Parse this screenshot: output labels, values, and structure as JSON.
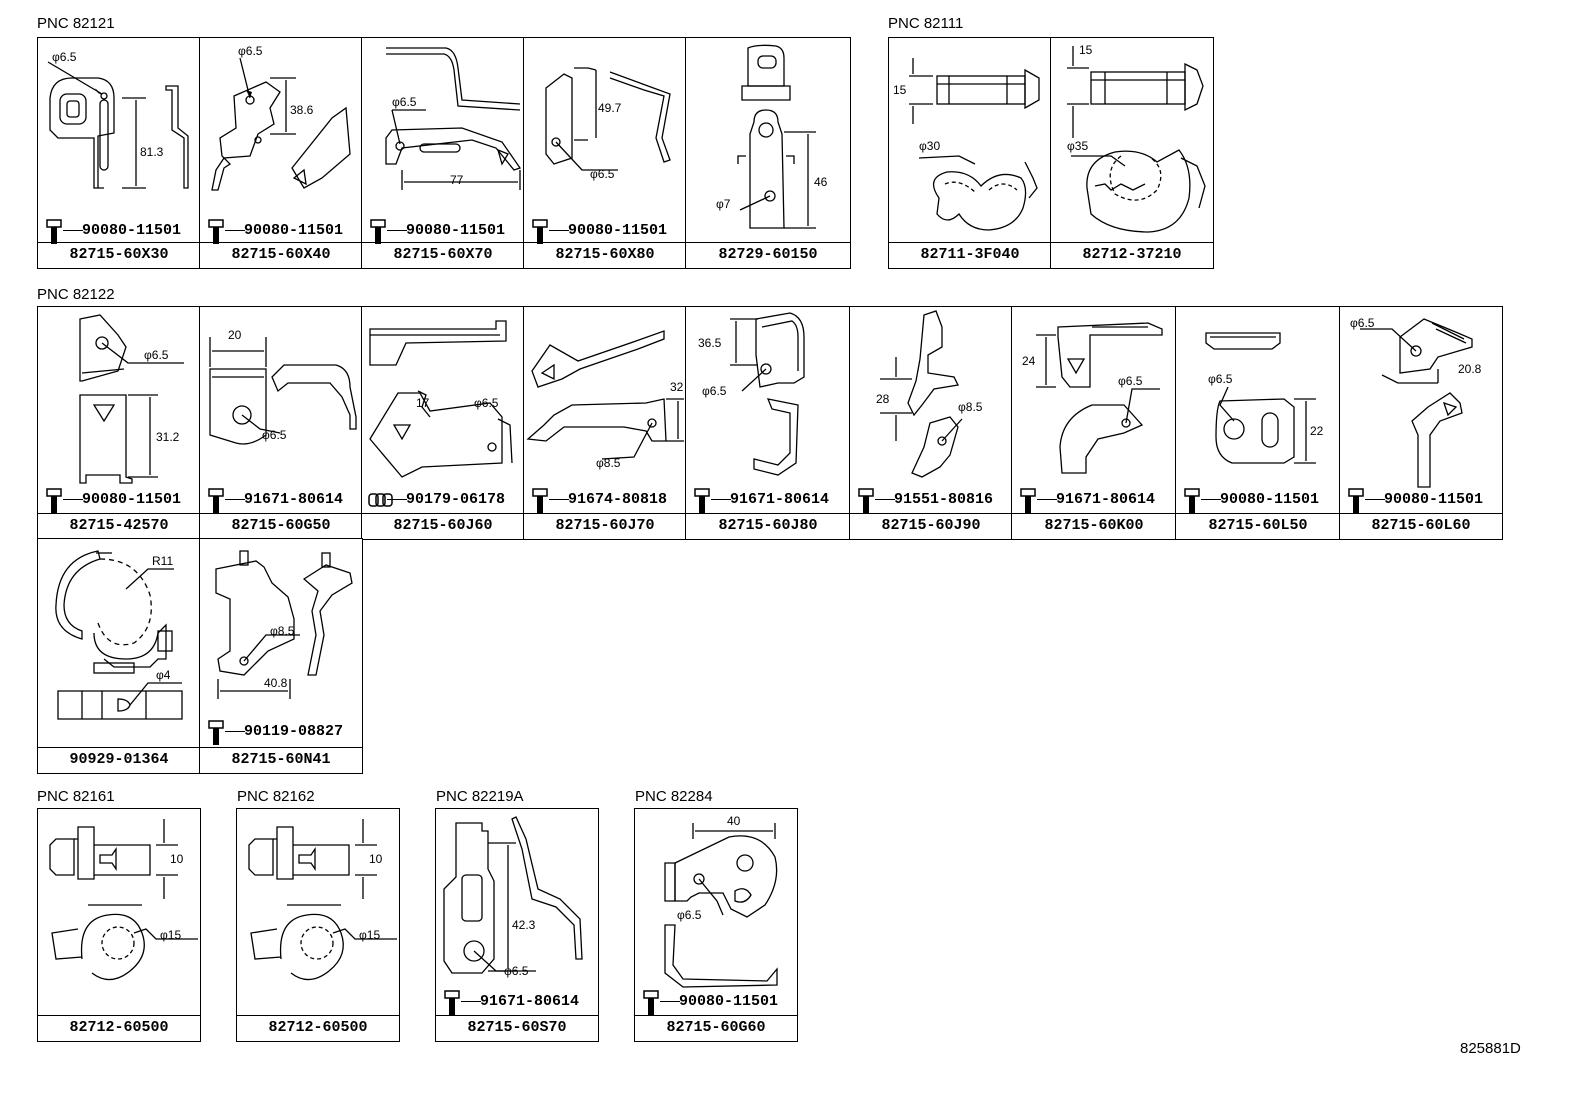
{
  "groups": {
    "g1": "PNC 82121",
    "g2": "PNC 82111",
    "g3": "PNC 82122",
    "g4": "PNC 82161",
    "g5": "PNC 82162",
    "g6": "PNC 82219A",
    "g7": "PNC 82284"
  },
  "figure_id": "825881D",
  "cells": {
    "c1": {
      "part": "82715-60X30",
      "fitting": "90080-11501",
      "dims": [
        "φ6.5",
        "81.3"
      ]
    },
    "c2": {
      "part": "82715-60X40",
      "fitting": "90080-11501",
      "dims": [
        "φ6.5",
        "38.6"
      ]
    },
    "c3": {
      "part": "82715-60X70",
      "fitting": "90080-11501",
      "dims": [
        "φ6.5",
        "77"
      ]
    },
    "c4": {
      "part": "82715-60X80",
      "fitting": "90080-11501",
      "dims": [
        "49.7",
        "φ6.5"
      ]
    },
    "c5": {
      "part": "82729-60150",
      "dims": [
        "φ7",
        "46"
      ]
    },
    "c6": {
      "part": "82711-3F040",
      "dims": [
        "15",
        "φ30"
      ]
    },
    "c7": {
      "part": "82712-37210",
      "dims": [
        "15",
        "φ35"
      ]
    },
    "c8": {
      "part": "82715-42570",
      "fitting": "90080-11501",
      "dims": [
        "φ6.5",
        "31.2"
      ]
    },
    "c9": {
      "part": "82715-60G50",
      "fitting": "91671-80614",
      "dims": [
        "20",
        "φ6.5"
      ]
    },
    "c10": {
      "part": "82715-60J60",
      "fitting": "90179-06178",
      "dims": [
        "17",
        "φ6.5"
      ]
    },
    "c11": {
      "part": "82715-60J70",
      "fitting": "91674-80818",
      "dims": [
        "32",
        "φ8.5"
      ]
    },
    "c12": {
      "part": "82715-60J80",
      "fitting": "91671-80614",
      "dims": [
        "36.5",
        "φ6.5"
      ]
    },
    "c13": {
      "part": "82715-60J90",
      "fitting": "91551-80816",
      "dims": [
        "28",
        "φ8.5"
      ]
    },
    "c14": {
      "part": "82715-60K00",
      "fitting": "91671-80614",
      "dims": [
        "24",
        "φ6.5"
      ]
    },
    "c15": {
      "part": "82715-60L50",
      "fitting": "90080-11501",
      "dims": [
        "φ6.5",
        "22"
      ]
    },
    "c16": {
      "part": "82715-60L60",
      "fitting": "90080-11501",
      "dims": [
        "φ6.5",
        "20.8"
      ]
    },
    "c17": {
      "part": "90929-01364",
      "dims": [
        "R11",
        "φ4"
      ]
    },
    "c18": {
      "part": "82715-60N41",
      "fitting": "90119-08827",
      "dims": [
        "φ8.5",
        "40.8"
      ]
    },
    "c19": {
      "part": "82712-60500",
      "dims": [
        "10",
        "φ15"
      ]
    },
    "c20": {
      "part": "82712-60500",
      "dims": [
        "10",
        "φ15"
      ]
    },
    "c21": {
      "part": "82715-60S70",
      "fitting": "91671-80614",
      "dims": [
        "42.3",
        "φ6.5"
      ]
    },
    "c22": {
      "part": "82715-60G60",
      "fitting": "90080-11501",
      "dims": [
        "40",
        "φ6.5"
      ]
    }
  }
}
